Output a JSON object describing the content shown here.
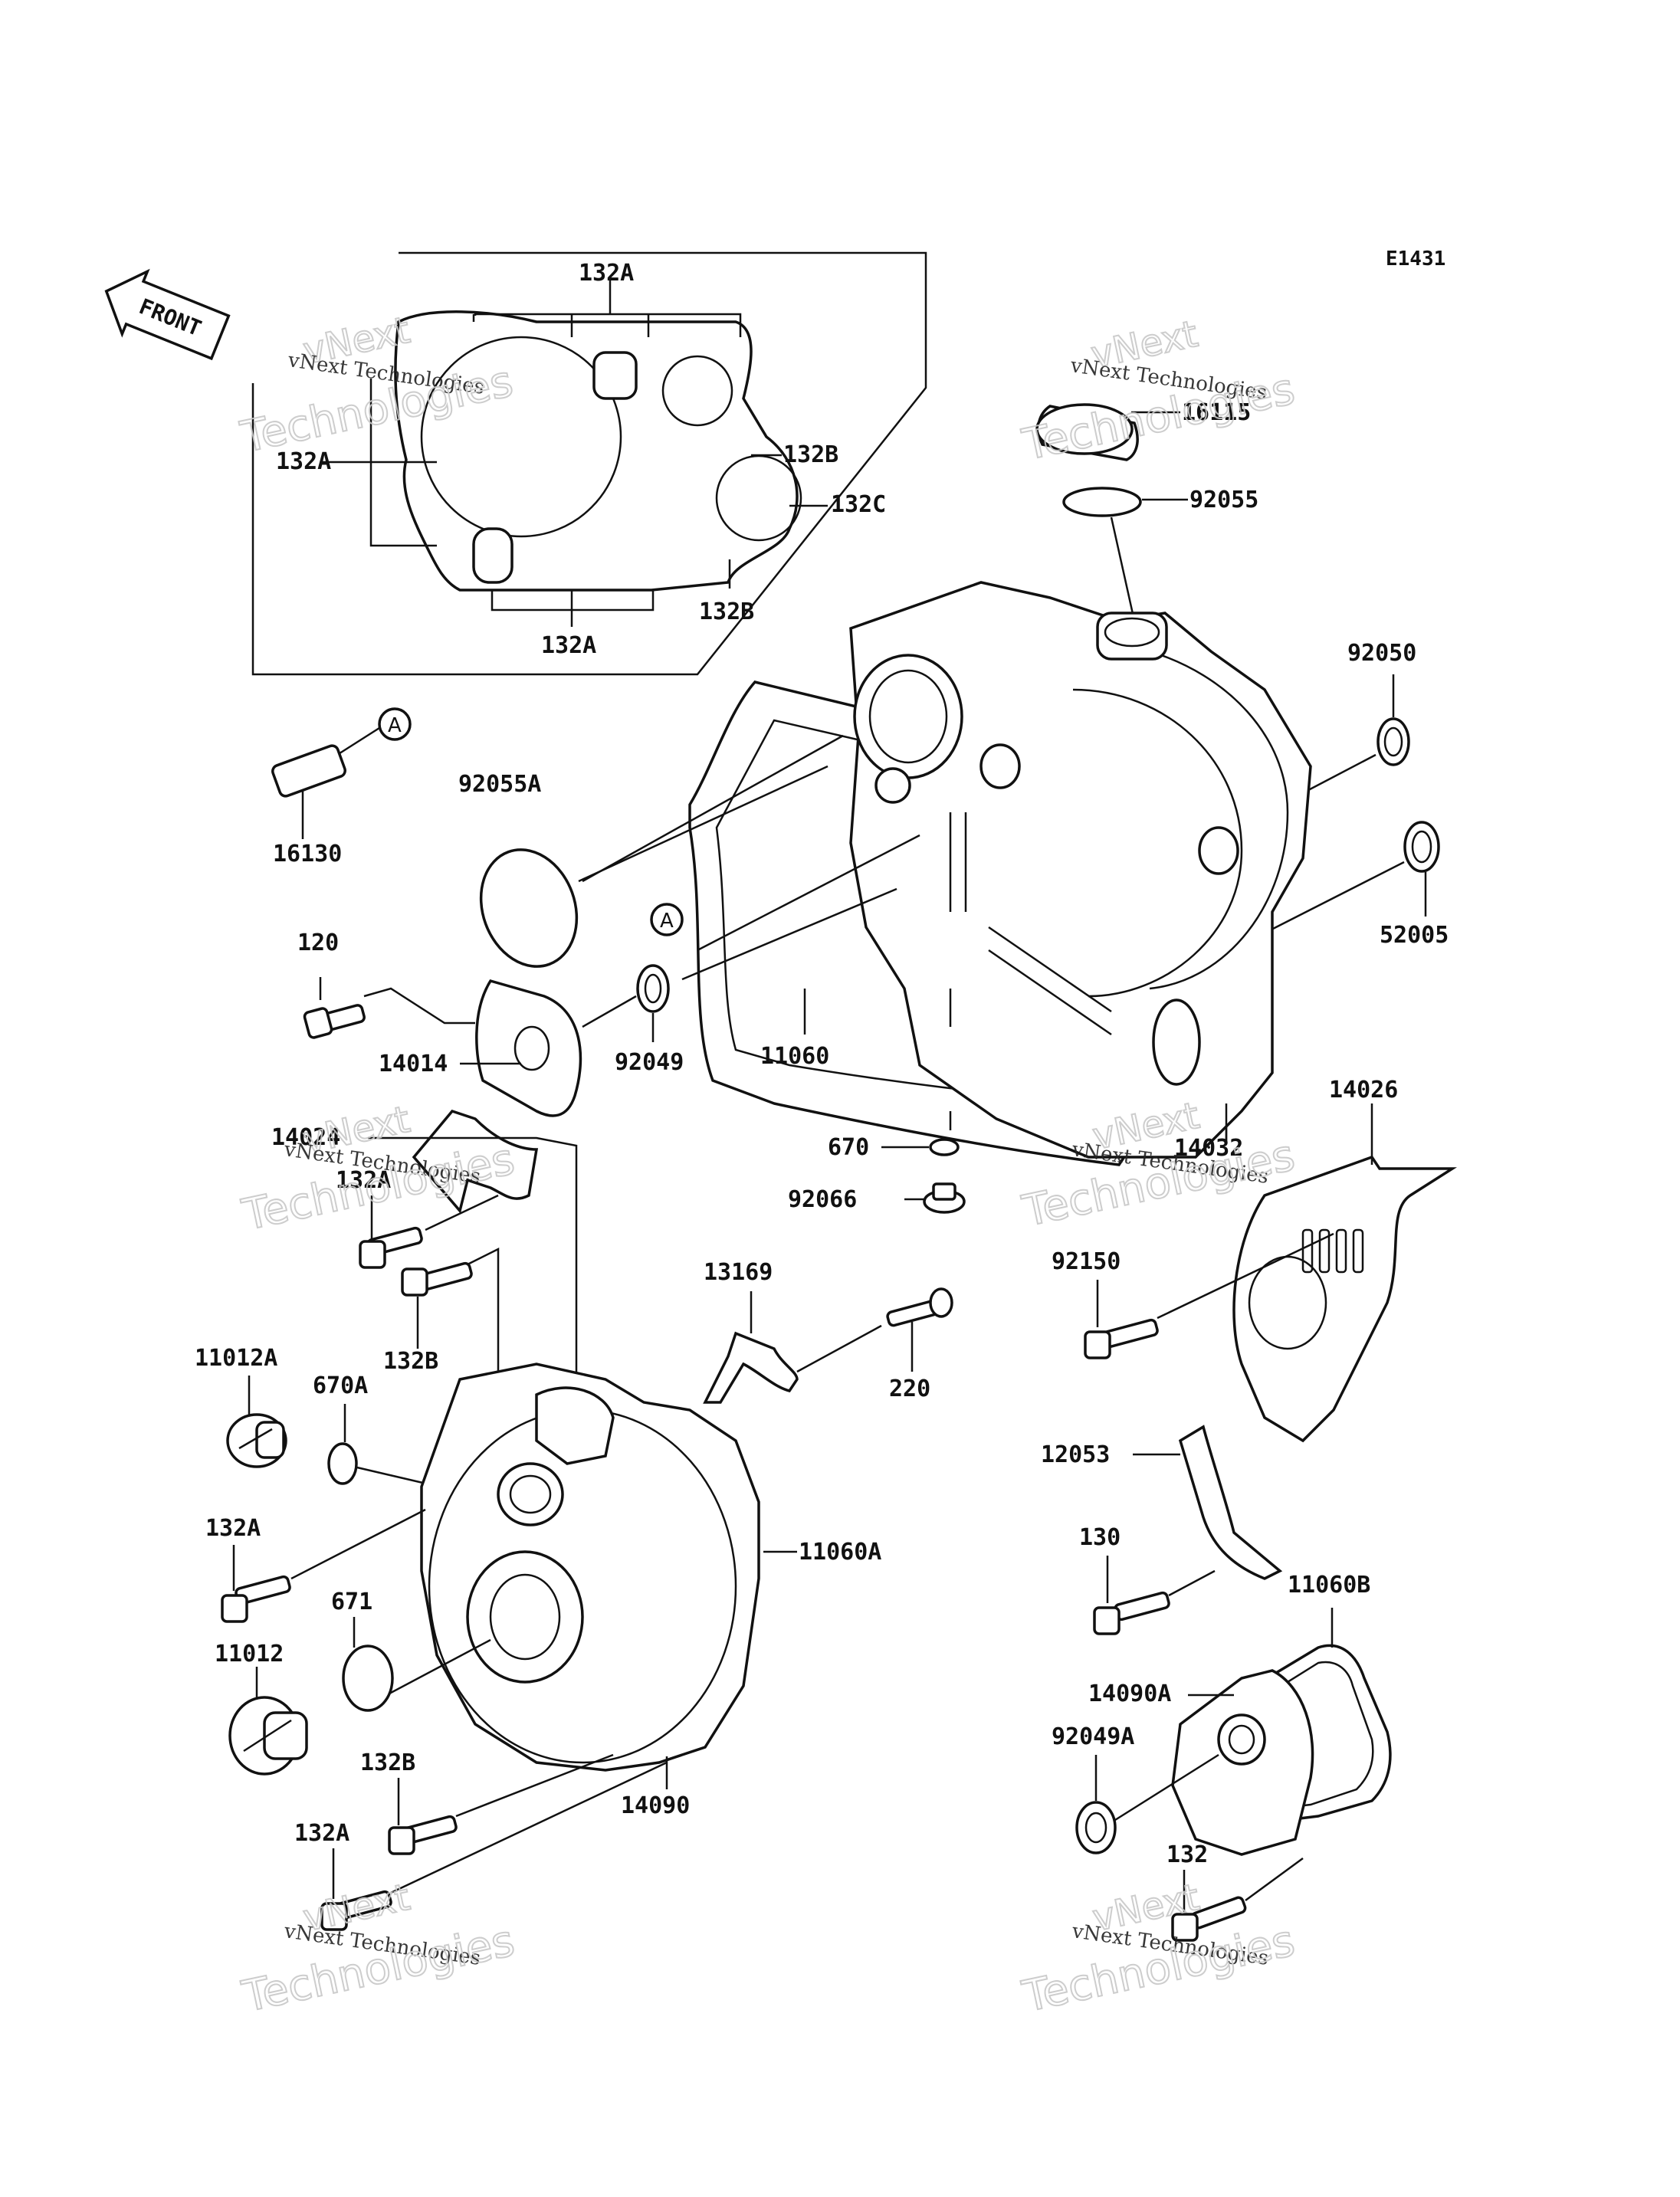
{
  "diagram_code": "E1431",
  "front_marker": "FRONT",
  "watermark": {
    "line1": "vNext Technologies",
    "line2": "Technologies",
    "line3": "vNext"
  },
  "callout_marker": "A",
  "labels": {
    "l132A_top": "132A",
    "l132A_left": "132A",
    "l132B_r1": "132B",
    "l132C": "132C",
    "l132B_r2": "132B",
    "l132A_bot": "132A",
    "l16115": "16115",
    "l92055": "92055",
    "l92050": "92050",
    "l16130": "16130",
    "l92055A": "92055A",
    "l52005": "52005",
    "l120": "120",
    "l14014": "14014",
    "l92049": "92049",
    "l11060": "11060",
    "l14026": "14026",
    "l14024": "14024",
    "l132A_mid": "132A",
    "l14032": "14032",
    "l670": "670",
    "l92066": "92066",
    "l92150": "92150",
    "l132B_mid": "132B",
    "l13169": "13169",
    "l220": "220",
    "l11012A": "11012A",
    "l670A": "670A",
    "l12053": "12053",
    "l132A_low": "132A",
    "l11060A": "11060A",
    "l130": "130",
    "l671": "671",
    "l11060B": "11060B",
    "l11012": "11012",
    "l14090A": "14090A",
    "l92049A": "92049A",
    "l132B_low": "132B",
    "l14090": "14090",
    "l132A_bottom": "132A",
    "l132": "132"
  }
}
